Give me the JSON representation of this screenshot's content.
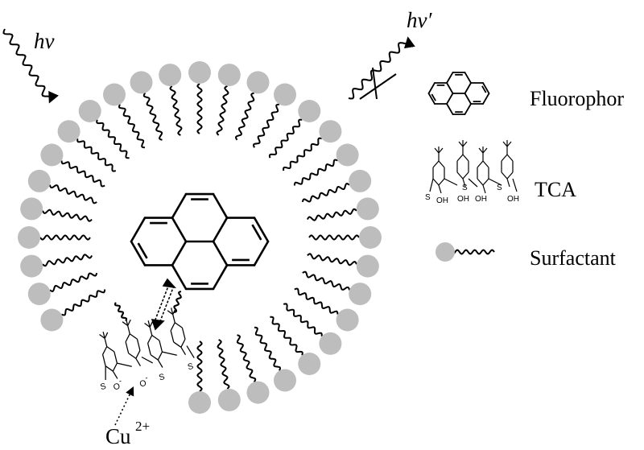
{
  "incoming_light": {
    "label": "hv"
  },
  "emitted_light": {
    "label": "hv′"
  },
  "quencher": {
    "symbol": "Cu",
    "charge": "2+"
  },
  "legend": {
    "fluorophor": "Fluorophor",
    "tca": "TCA",
    "surfactant": "Surfactant"
  },
  "tca_structure": {
    "sulfur": "S",
    "hydroxyl": "OH",
    "oxide": "O",
    "minus": "-"
  },
  "colors": {
    "head_group": "#bdbdbd",
    "ink": "#000000"
  }
}
